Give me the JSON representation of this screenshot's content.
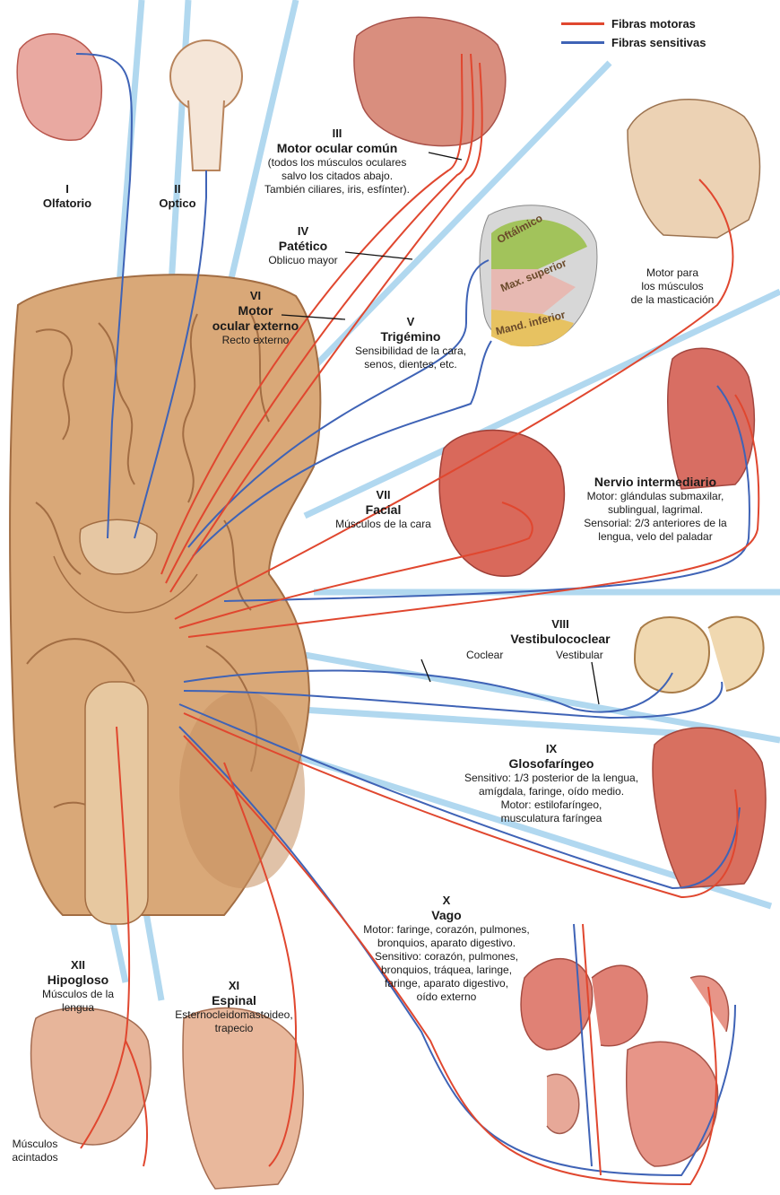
{
  "legend": {
    "motor": {
      "label": "Fibras motoras",
      "color": "#e0472f"
    },
    "sensory": {
      "label": "Fibras sensitivas",
      "color": "#3f63b6"
    }
  },
  "colors": {
    "brain": "#d9a878",
    "brain_dark": "#b07a4c",
    "ray": "#a9d4ee",
    "tissue": "#d96a5c"
  },
  "nerves": {
    "n1": {
      "numeral": "I",
      "name": "Olfatorio"
    },
    "n2": {
      "numeral": "II",
      "name": "Optico"
    },
    "n3": {
      "numeral": "III",
      "name": "Motor ocular común",
      "desc": [
        "(todos los músculos oculares",
        "salvo los citados abajo.",
        "También ciliares, iris, esfínter)."
      ]
    },
    "n4": {
      "numeral": "IV",
      "name": "Patético",
      "desc": [
        "Oblicuo mayor"
      ]
    },
    "n5": {
      "numeral": "V",
      "name": "Trigémino",
      "desc": [
        "Sensibilidad de la cara,",
        "senos, dientes, etc."
      ],
      "branches": [
        "Oftálmico",
        "Max. superior",
        "Mand. inferior"
      ]
    },
    "n6": {
      "numeral": "VI",
      "name": [
        "Motor",
        "ocular externo"
      ],
      "desc": [
        "Recto externo"
      ]
    },
    "n7": {
      "numeral": "VII",
      "name": "Facial",
      "desc": [
        "Músculos de la cara"
      ]
    },
    "intermediario": {
      "name": "Nervio intermediario",
      "desc": [
        "Motor: glándulas submaxilar,",
        "sublingual, lagrimal.",
        "Sensorial: 2/3 anteriores de la",
        "lengua, velo del paladar"
      ]
    },
    "masticacion": {
      "desc": [
        "Motor para",
        "los músculos",
        "de la masticación"
      ]
    },
    "n8": {
      "numeral": "VIII",
      "name": "Vestibulococlear",
      "coclear": "Coclear",
      "vestibular": "Vestibular"
    },
    "n9": {
      "numeral": "IX",
      "name": "Glosofaríngeo",
      "desc": [
        "Sensitivo: 1/3 posterior de la lengua,",
        "amígdala, faringe, oído medio.",
        "Motor: estilofaríngeo,",
        "musculatura faríngea"
      ]
    },
    "n10": {
      "numeral": "X",
      "name": "Vago",
      "desc": [
        "Motor: faringe, corazón, pulmones,",
        "bronquios, aparato digestivo.",
        "Sensitivo: corazón, pulmones,",
        "bronquios, tráquea, laringe,",
        "faringe, aparato digestivo,",
        "oído externo"
      ]
    },
    "n11": {
      "numeral": "XI",
      "name": "Espinal",
      "desc": [
        "Esternocleidomastoideo,",
        "trapecio"
      ]
    },
    "n12": {
      "numeral": "XII",
      "name": "Hipogloso",
      "desc": [
        "Músculos de la",
        "lengua"
      ]
    },
    "acintados": {
      "desc": [
        "Músculos",
        "acintados"
      ]
    }
  }
}
